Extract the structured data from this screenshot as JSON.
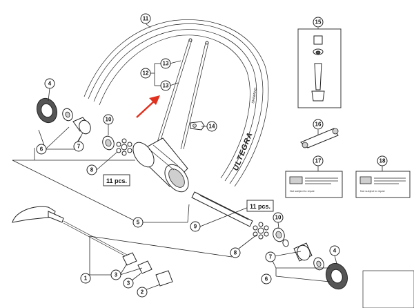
{
  "callouts": {
    "n1": "1",
    "n2": "2",
    "n3a": "3",
    "n3b": "3",
    "n4a": "4",
    "n4b": "4",
    "n5": "5",
    "n6a": "6",
    "n6b": "6",
    "n7a": "7",
    "n7b": "7",
    "n8a": "8",
    "n8b": "8",
    "n9": "9",
    "n10a": "10",
    "n10b": "10",
    "n11": "11",
    "n12": "12",
    "n13a": "13",
    "n13b": "13",
    "n14": "14",
    "n15": "15",
    "n16": "16",
    "n17": "17",
    "n18": "18"
  },
  "quantity_labels": {
    "spoke_nipples_front": "11 pcs.",
    "spoke_nipples_rear": "11 pcs."
  },
  "rim": {
    "model_text": "ULTEGRA",
    "brand_text": "SHIMANO"
  },
  "warning_cards": {
    "card17_text": "Not subject to repair",
    "card18_text": "Not subject to repair"
  },
  "colors": {
    "arrow": "#e0301e",
    "line": "#222222"
  },
  "icons": {
    "indicator_arrow": "red-arrow-icon"
  }
}
